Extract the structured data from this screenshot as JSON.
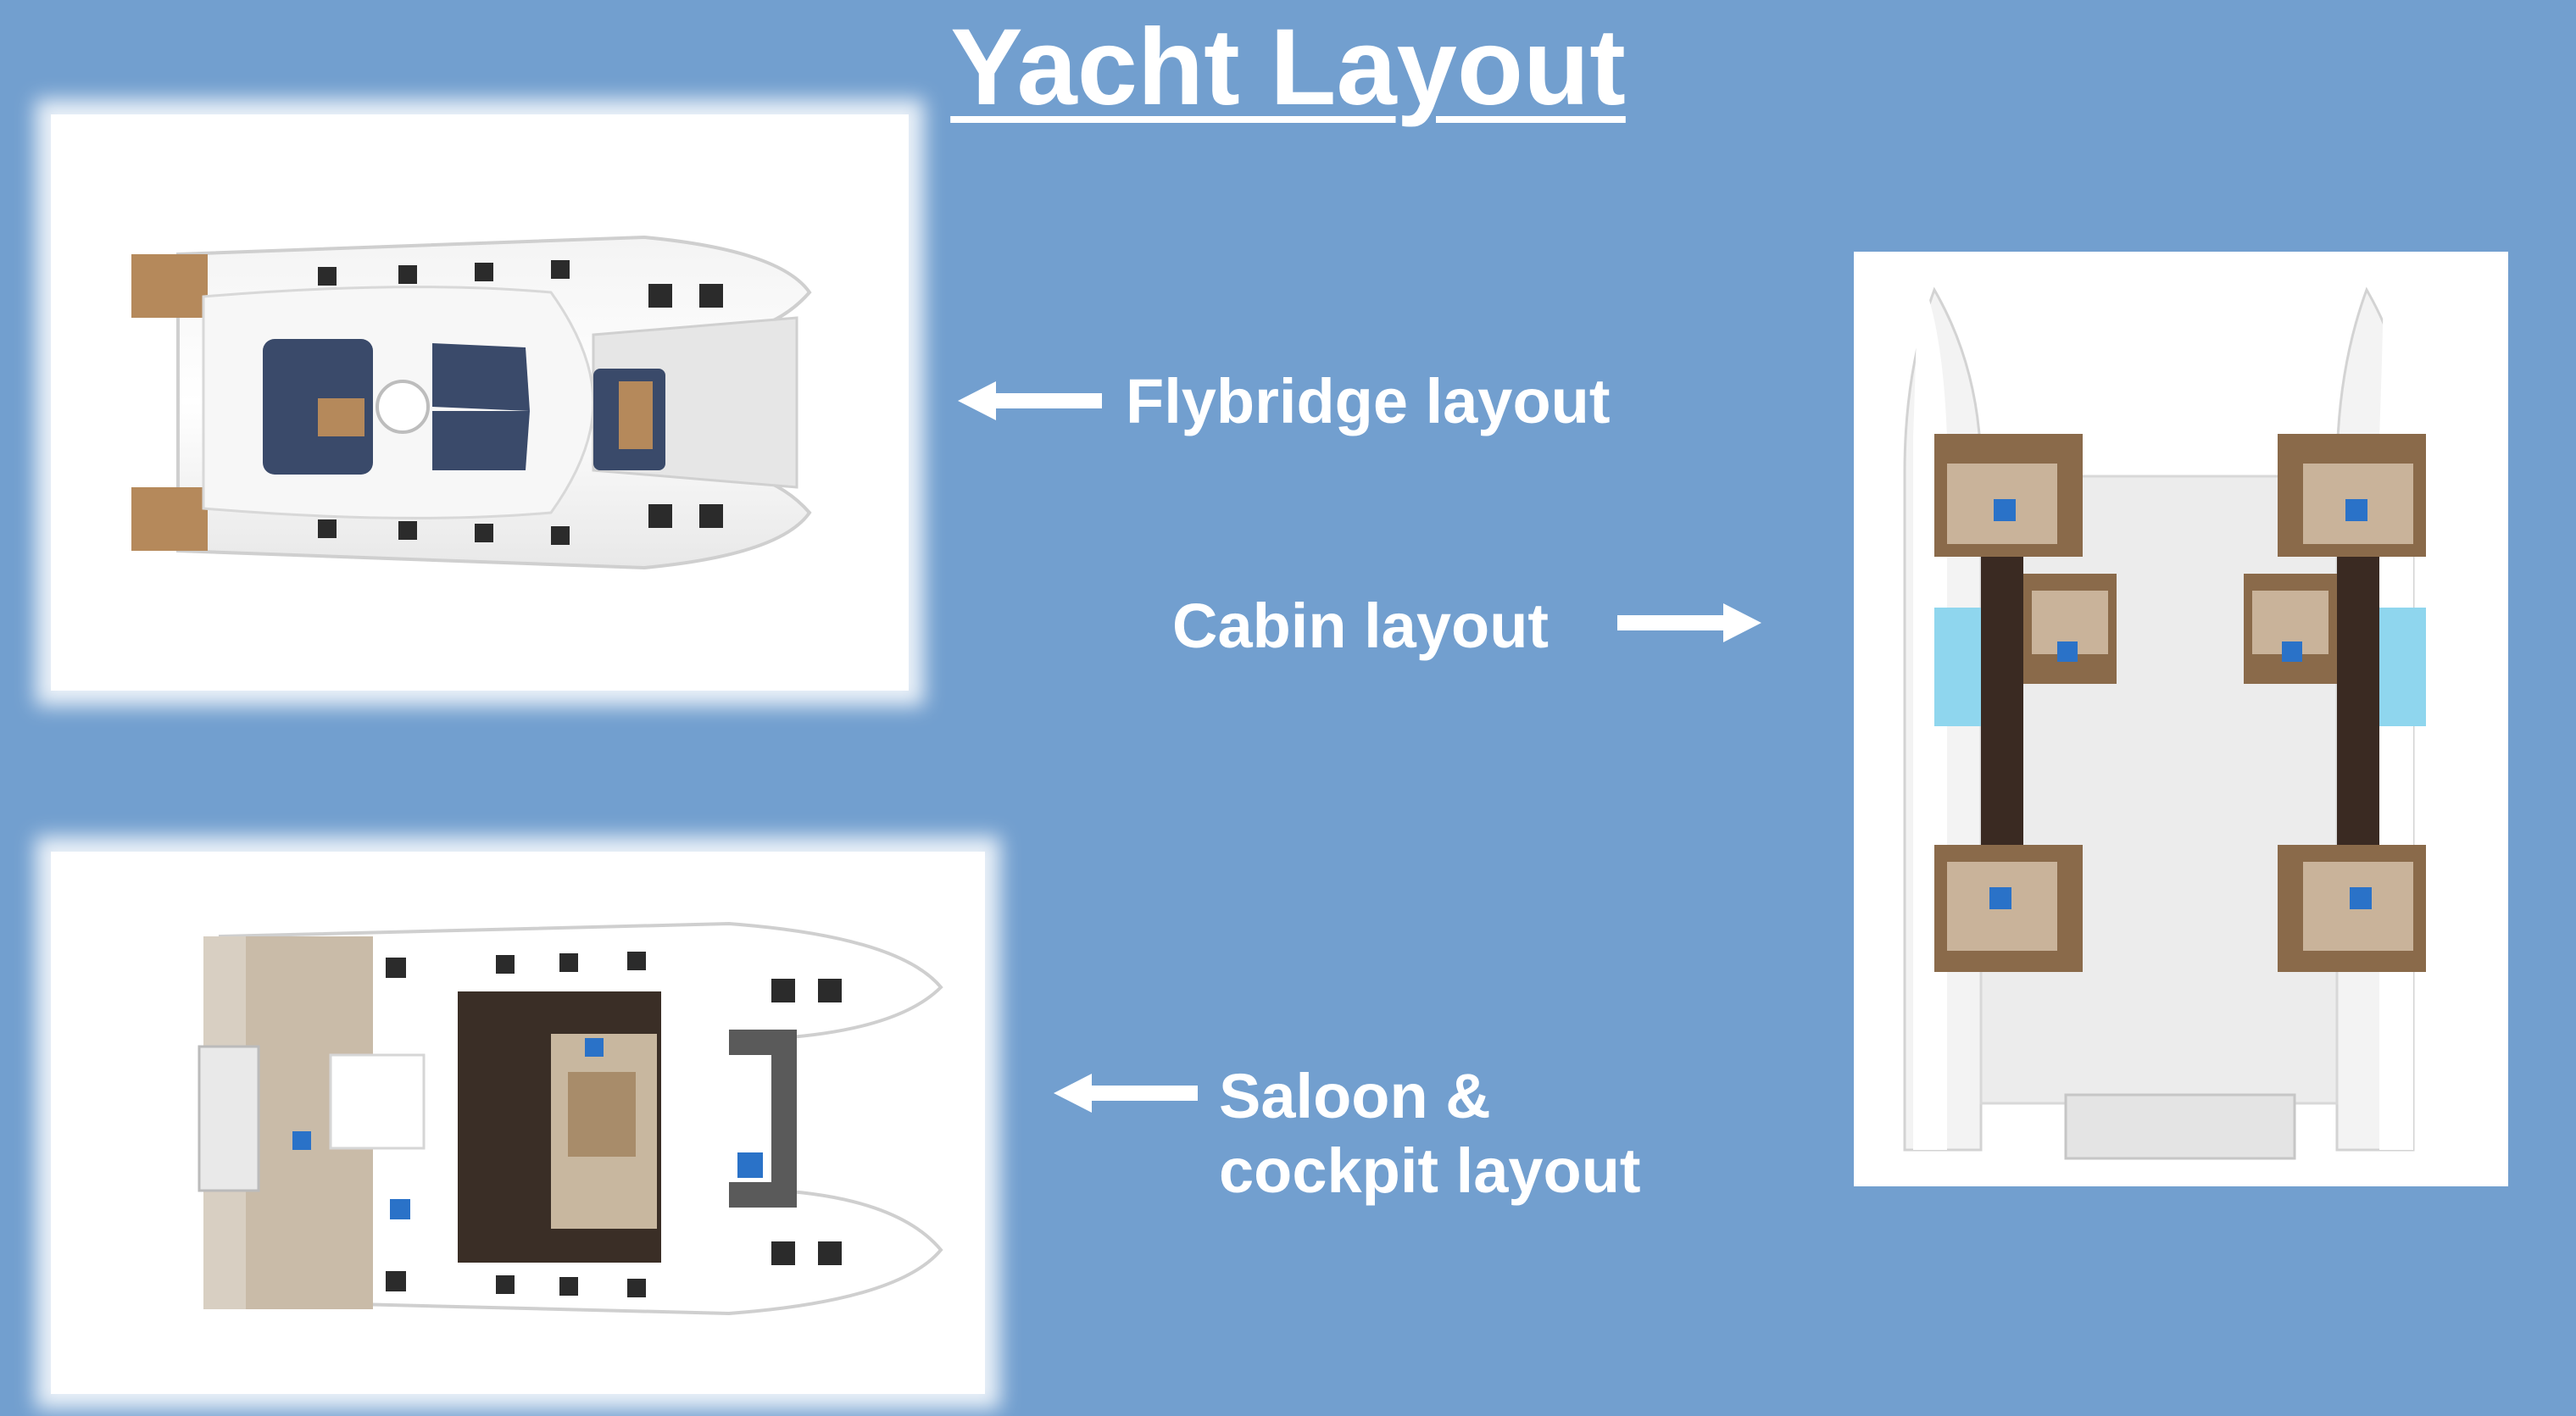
{
  "title": "Yacht Layout",
  "labels": {
    "flybridge": "Flybridge layout",
    "cabin": "Cabin layout",
    "saloon_line1": "Saloon &",
    "saloon_line2": "cockpit layout"
  },
  "colors": {
    "background": "#729fcf",
    "text": "#ffffff",
    "deck_wood": "#b5895b",
    "cushion_navy": "#3a4a6a",
    "cabin_wood": "#8a6a4a",
    "bath_blue": "#8fd6ee",
    "pillow_blue": "#2a72c8"
  },
  "icons": {
    "flybridge_arrow": "arrow-left-icon",
    "cabin_arrow": "arrow-right-icon",
    "saloon_arrow": "arrow-left-icon"
  }
}
